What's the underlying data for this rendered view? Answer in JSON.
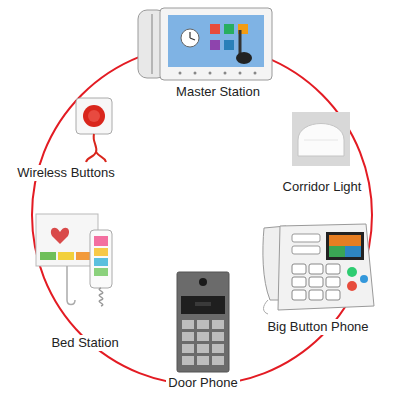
{
  "diagram": {
    "labels": [
      "Master Station",
      "Wireless Buttons",
      "Corridor Light",
      "Big Button Phone",
      "Bed Station",
      "Door Phone"
    ]
  }
}
